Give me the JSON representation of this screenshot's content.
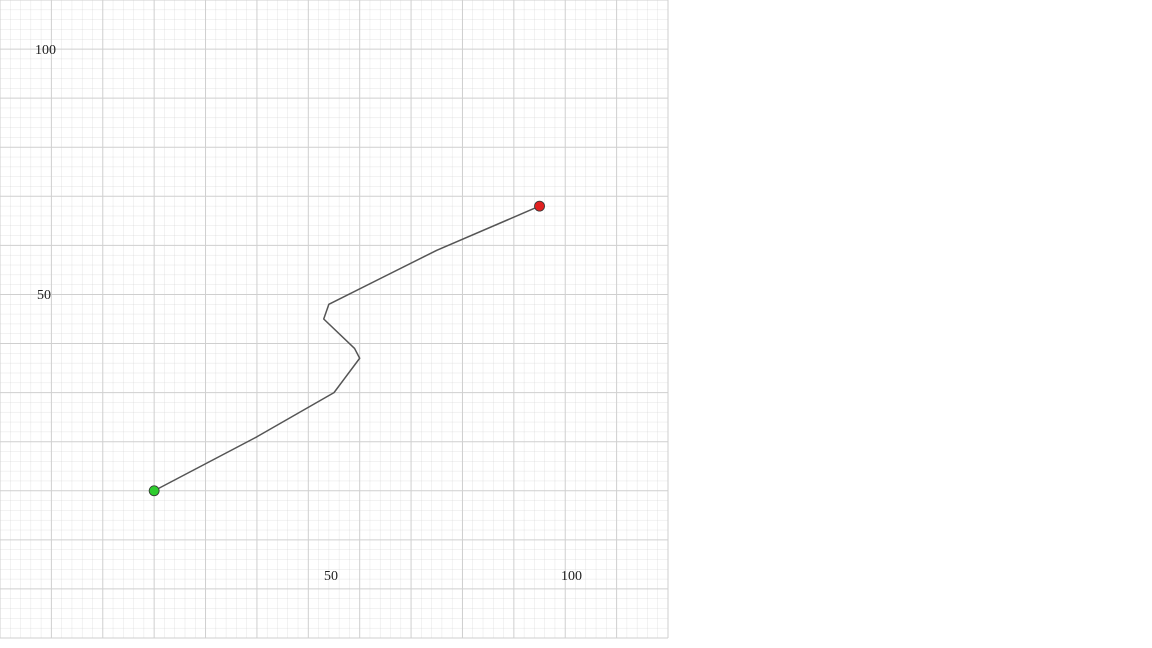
{
  "chart_data": {
    "type": "line",
    "xlim": [
      -10,
      120
    ],
    "ylim": [
      -10,
      120
    ],
    "grid": true,
    "x_ticks": [
      "50",
      "100"
    ],
    "y_ticks": [
      "100",
      "50"
    ],
    "path": {
      "x": [
        20,
        40,
        55,
        60,
        59,
        53,
        54,
        75,
        95
      ],
      "y": [
        20,
        31,
        40,
        47,
        49,
        55,
        58,
        69,
        78
      ]
    },
    "start_point": {
      "x": 20,
      "y": 20,
      "color": "#2ecc2e"
    },
    "end_point": {
      "x": 95,
      "y": 78,
      "color": "#e02020"
    },
    "line_color": "#555555",
    "grid_color": "#cfcfcf"
  }
}
